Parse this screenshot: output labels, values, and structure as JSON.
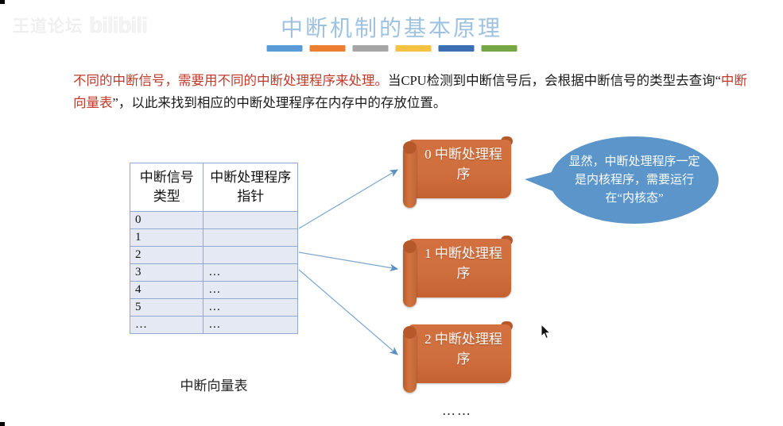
{
  "watermark": {
    "text": "王道论坛",
    "logo": "bilibili"
  },
  "title": "中断机制的基本原理",
  "title_color": "#9ec2e0",
  "title_bars": [
    {
      "color": "#5b9bd5"
    },
    {
      "color": "#ed7d31"
    },
    {
      "color": "#a5a5a5"
    },
    {
      "color": "#f5c242"
    },
    {
      "color": "#3c6fb4"
    },
    {
      "color": "#76a646"
    }
  ],
  "body": {
    "highlight_1": "不同的中断信号，需要用不同的中断处理程序来处理。",
    "plain_1": "当CPU检测到中断信号后，会根据中断信号的类型去查询“",
    "highlight_2": "中断向量表",
    "plain_2": "”，以此来找到相应的中断处理程序在内存中的存放位置。",
    "highlight_color": "#c0392b"
  },
  "table": {
    "caption": "中断向量表",
    "headers": [
      "中断信号类型",
      "中断处理程序指针"
    ],
    "rows": [
      {
        "type": "0",
        "pointer": ""
      },
      {
        "type": "1",
        "pointer": ""
      },
      {
        "type": "2",
        "pointer": ""
      },
      {
        "type": "3",
        "pointer": "…"
      },
      {
        "type": "4",
        "pointer": "…"
      },
      {
        "type": "5",
        "pointer": "…"
      },
      {
        "type": "…",
        "pointer": "…"
      }
    ]
  },
  "handlers": [
    {
      "label": "0 中断处理程序"
    },
    {
      "label": "1 中断处理程序"
    },
    {
      "label": "2 中断处理程序"
    }
  ],
  "handlers_ellipsis": "……",
  "bubble": {
    "text": "显然，中断处理程序一定是内核程序，需要运行在“内核态”",
    "color": "#5b95c9"
  },
  "colors": {
    "scroll": "#cf6f3e",
    "arrow": "#6b9bc9",
    "table_cell": "#e4e9f3",
    "table_border": "#8ea9d4"
  }
}
